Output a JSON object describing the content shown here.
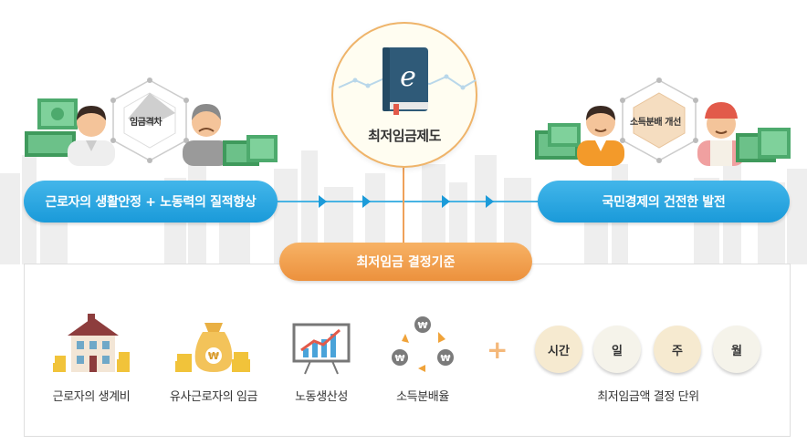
{
  "center": {
    "title": "최저임금제도",
    "icon": "book-e-icon"
  },
  "left": {
    "pill": "근로자의 생활안정 + 노동력의 질적향상",
    "hex_label": "임금격차"
  },
  "right": {
    "pill": "국민경제의 건전한 발전",
    "hex_label": "소득분배 개선"
  },
  "criteria": {
    "title": "최저임금 결정기준"
  },
  "items": [
    {
      "label": "근로자의 생계비",
      "icon": "house-coins-icon"
    },
    {
      "label": "유사근로자의 임금",
      "icon": "money-bag-icon"
    },
    {
      "label": "노동생산성",
      "icon": "growth-chart-icon"
    },
    {
      "label": "소득분배율",
      "icon": "won-cycle-icon"
    }
  ],
  "plus": "+",
  "units": [
    "시간",
    "일",
    "주",
    "월"
  ],
  "units_label": "최저임금액 결정 단위",
  "colors": {
    "blue": "#1a9ad9",
    "orange": "#ec913d",
    "circle_border": "#efb46a"
  }
}
